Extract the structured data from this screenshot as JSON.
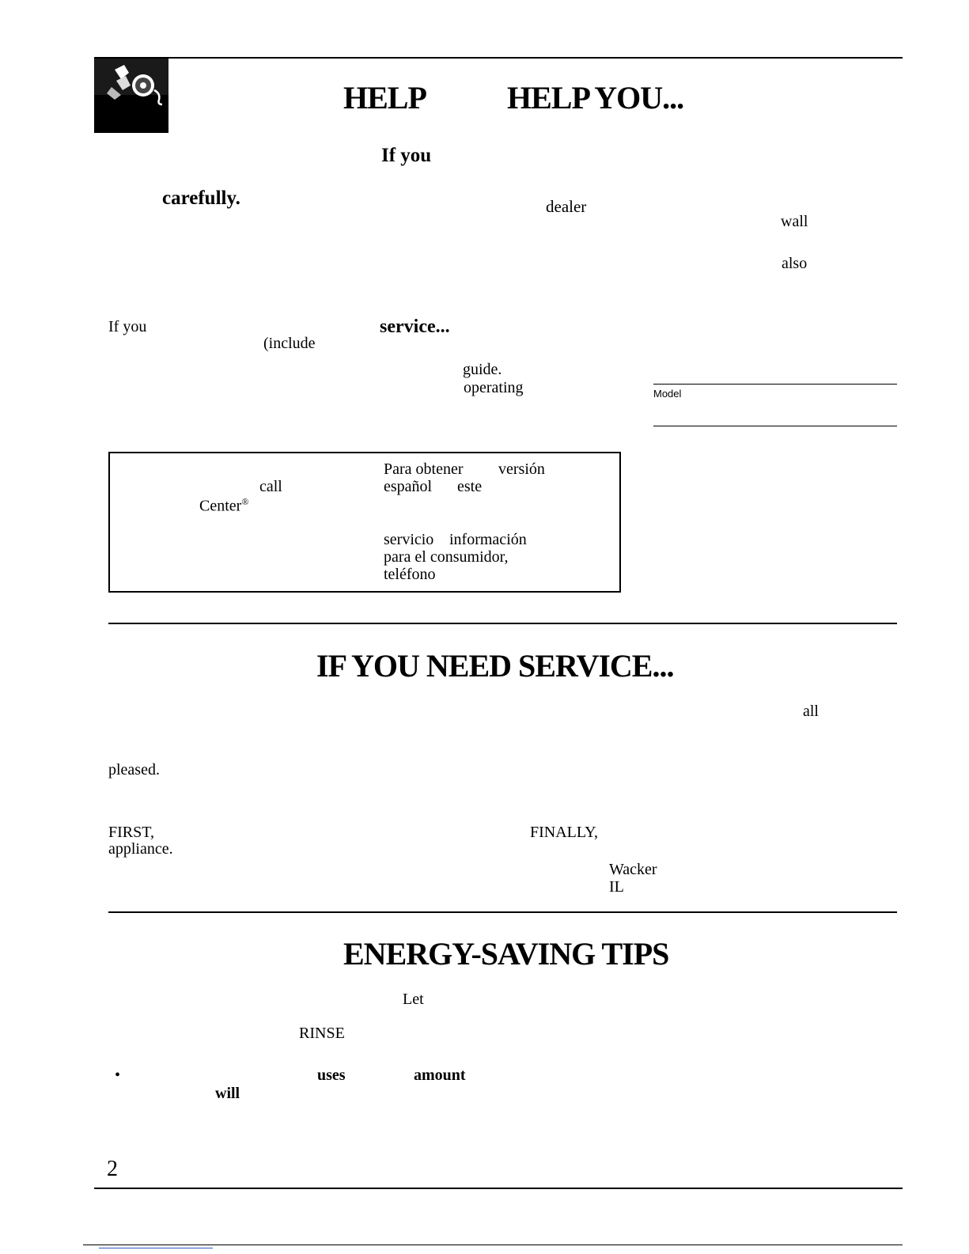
{
  "section1": {
    "heading_a": "HELP",
    "heading_b": "HELP YOU...",
    "intro_ifyou": "If you",
    "carefully": "carefully.",
    "dealer": "dealer",
    "wall": "wall",
    "also": "also"
  },
  "service_line": {
    "ifyou": "If you",
    "include": "(include",
    "service": "service...",
    "guide": "guide.",
    "operating": "operating"
  },
  "model_label": "Model",
  "infobox": {
    "call": "call",
    "center": "Center",
    "registered_mark": "®",
    "spanish": [
      "Para obtener",
      "versión",
      "español",
      "este",
      "servicio",
      "información",
      "para el consumidor,",
      "teléfono"
    ]
  },
  "section2": {
    "heading": "IF YOU NEED SERVICE...",
    "all": "all",
    "pleased": "pleased.",
    "first": "FIRST,",
    "appliance": "appliance.",
    "finally": "FINALLY,",
    "wacker": "Wacker",
    "il": "IL"
  },
  "section3": {
    "heading": "ENERGY-SAVING TIPS",
    "let": "Let",
    "rinse": "RINSE",
    "bullet": "•",
    "uses": "uses",
    "amount": "amount",
    "will": "will"
  },
  "page_number": "2"
}
